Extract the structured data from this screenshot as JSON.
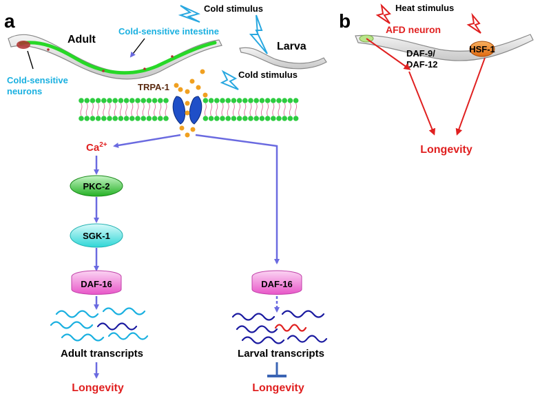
{
  "panel_a": {
    "label": "a",
    "adult": "Adult",
    "larva": "Larva",
    "cold_intestine": "Cold-sensitive intestine",
    "cold_neurons_1": "Cold-sensitive",
    "cold_neurons_2": "neurons",
    "cold_stimulus_top": "Cold stimulus",
    "cold_stimulus_membrane": "Cold stimulus",
    "trpa1": "TRPA-1",
    "calcium": "Ca",
    "calcium_sup": "2+",
    "pkc2": "PKC-2",
    "sgk1": "SGK-1",
    "daf16_left": "DAF-16",
    "daf16_right": "DAF-16",
    "adult_transcripts": "Adult transcripts",
    "larval_transcripts": "Larval transcripts",
    "longevity_left": "Longevity",
    "longevity_right": "Longevity"
  },
  "panel_b": {
    "label": "b",
    "heat_stimulus": "Heat stimulus",
    "afd_neuron": "AFD neuron",
    "daf9_1": "DAF-9/",
    "daf9_2": "DAF-12",
    "hsf1": "HSF-1",
    "longevity": "Longevity"
  },
  "colors": {
    "cyan_text": "#1ab0e0",
    "red_text": "#e02020",
    "arrow_blue": "#6a6ae0",
    "inhibit_blue": "#3a64b4",
    "membrane_green": "#2ecc40",
    "pkc_green": "#3cc83c",
    "sgk_cyan": "#4fe0e0",
    "daf16_pink": "#f06cd2",
    "hsf_orange": "#ee7a22",
    "lightning_cyan": "#29a8e0",
    "lightning_red": "#e02020"
  }
}
